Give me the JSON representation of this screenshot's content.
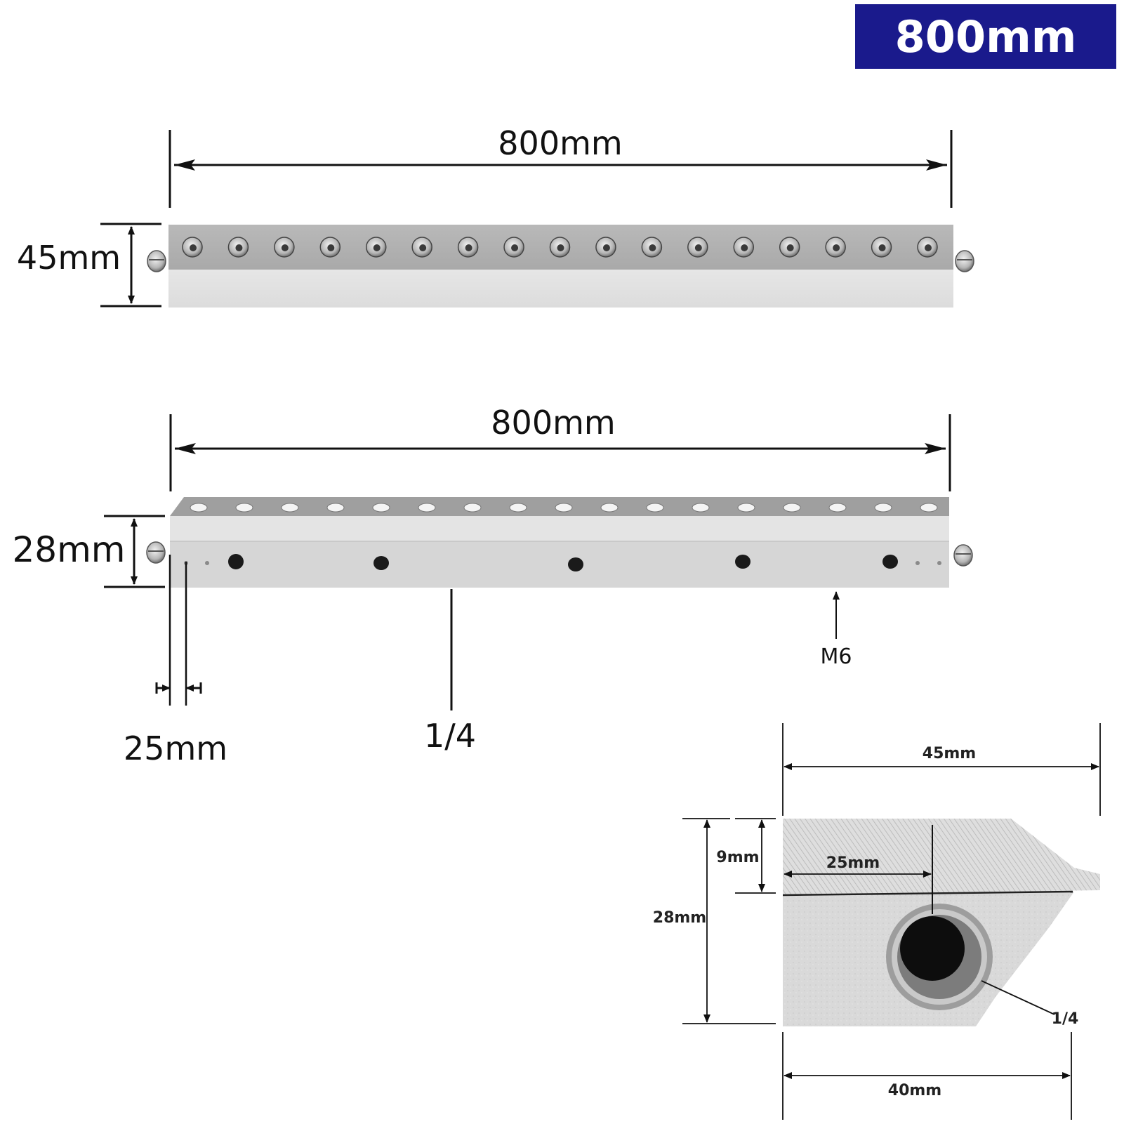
{
  "badge": {
    "text": "800mm",
    "color": "#1a1a8c"
  },
  "top_view": {
    "length_label": "800mm",
    "height_label": "45mm",
    "top_holes": 17
  },
  "side_view": {
    "length_label": "800mm",
    "height_label": "28mm",
    "spacing_label": "25mm",
    "hole_callout_label": "1/4",
    "thread_callout_label": "M6",
    "top_holes": 17
  },
  "section_view": {
    "width_label": "45mm",
    "height_label": "28mm",
    "top_thickness_label": "9mm",
    "hole_offset_label": "25mm",
    "hole_label": "1/4",
    "base_width_label": "40mm"
  }
}
